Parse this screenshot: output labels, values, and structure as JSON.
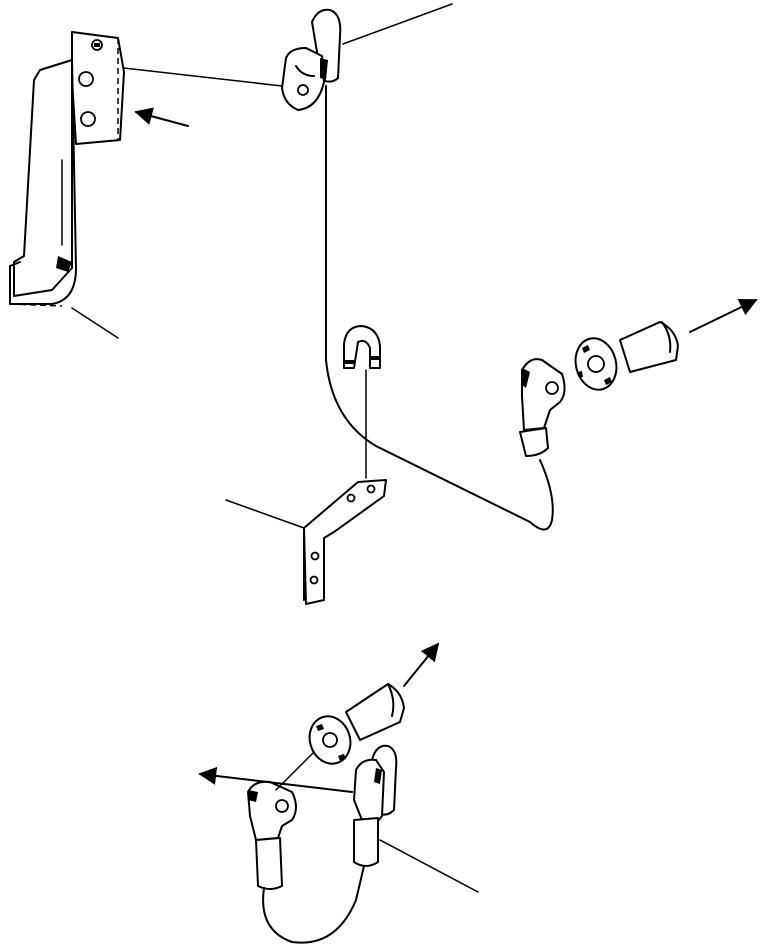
{
  "diagram": {
    "parts": [
      "pillar-bracket",
      "upper-hook-connector",
      "center-clip",
      "z-bracket",
      "right-plug",
      "right-socket",
      "lower-socket",
      "lower-hook-connector",
      "lower-plug"
    ],
    "labels_visible": false
  }
}
